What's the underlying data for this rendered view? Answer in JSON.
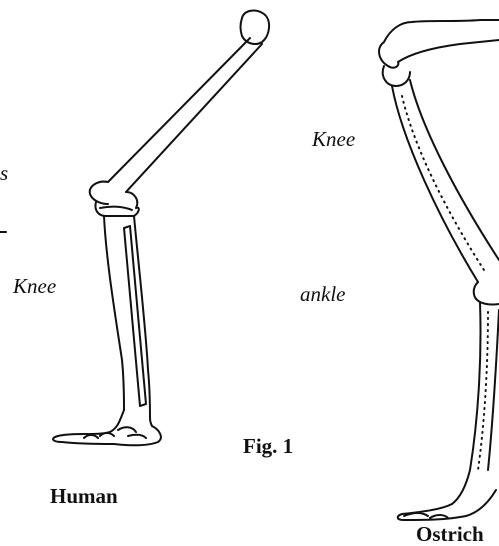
{
  "labels": {
    "knee_human": "Knee",
    "knee_ostrich": "Knee",
    "ankle_ostrich": "ankle",
    "figure": "Fig. 1",
    "human": "Human",
    "ostrich": "Ostrich",
    "edge_fragment": "s"
  },
  "colors": {
    "ink": "#111111",
    "background": "#ffffff"
  }
}
